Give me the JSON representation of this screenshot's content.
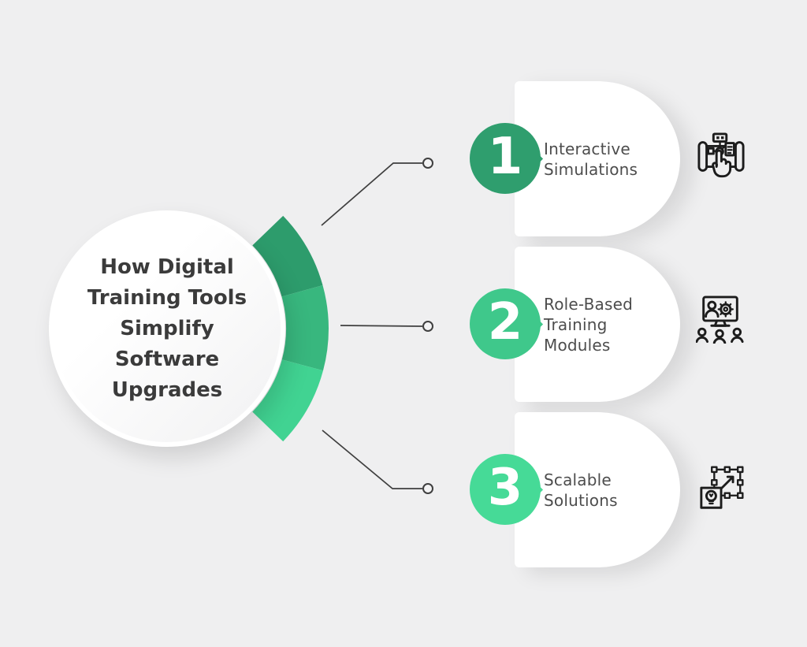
{
  "page": {
    "background": "#efeff0"
  },
  "center": {
    "title_lines": [
      "How Digital",
      "Training Tools",
      "Simplify",
      "Software",
      "Upgrades"
    ],
    "arc_colors": {
      "top": "#2d9c6c",
      "middle": "#38b77e",
      "bottom": "#41d392"
    }
  },
  "connectors": {
    "color": "#3f3f3f"
  },
  "items": [
    {
      "number": "1",
      "label_lines": [
        "Interactive",
        "Simulations"
      ],
      "badge_color": "#2f9e6e",
      "icon": "interactive-simulations-icon"
    },
    {
      "number": "2",
      "label_lines": [
        "Role-Based",
        "Training",
        "Modules"
      ],
      "badge_color": "#3fc88b",
      "icon": "role-based-training-modules-icon"
    },
    {
      "number": "3",
      "label_lines": [
        "Scalable",
        "Solutions"
      ],
      "badge_color": "#46da97",
      "icon": "scalable-solutions-icon"
    }
  ]
}
